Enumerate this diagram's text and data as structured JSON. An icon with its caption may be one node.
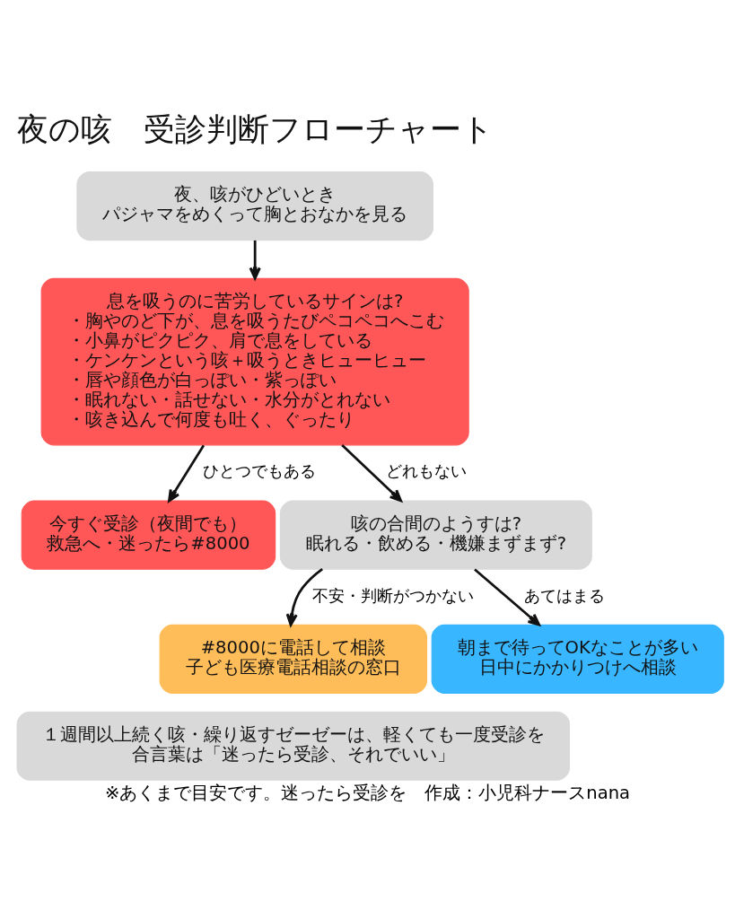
{
  "diagram": {
    "title": "夜の咳　受診判断フローチャート",
    "caption": "※あくまで目安です。迷ったら受診を　作成：小児科ナースnana",
    "nodes": [
      {
        "text": [
          "夜、咳がひどいとき",
          "パジャマをめくって胸とおなかを見る"
        ]
      },
      {
        "text": [
          "息を吸うのに苦労しているサインは?",
          "・胸やのど下が、息を吸うたびペコペコへこむ",
          "・小鼻がピクピク、肩で息をしている",
          "・ケンケンという咳＋吸うときヒューヒュー",
          "・唇や顔色が白っぽい・紫っぽい",
          "・眠れない・話せない・水分がとれない",
          "・咳き込んで何度も吐く、ぐったり"
        ]
      },
      {
        "text": [
          "今すぐ受診（夜間でも）",
          "救急へ・迷ったら#8000"
        ]
      },
      {
        "text": [
          "咳の合間のようすは?",
          "眠れる・飲める・機嫌まずまず?"
        ]
      },
      {
        "text": [
          "#8000に電話して相談",
          "子ども医療電話相談の窓口"
        ]
      },
      {
        "text": [
          "朝まで待ってOKなことが多い",
          "日中にかかりつけへ相談"
        ]
      },
      {
        "text": [
          "１週間以上続く咳・繰り返すゼーゼーは、軽くても一度受診を",
          "合言葉は「迷ったら受診、それでいい」"
        ]
      }
    ],
    "edges": [
      {
        "from": 0,
        "to": 1,
        "arrow": "to"
      },
      {
        "from": 1,
        "to": 2,
        "arrow": "to",
        "label": "ひとつでもある"
      },
      {
        "from": 1,
        "to": 3,
        "arrow": "to",
        "label": "どれもない"
      },
      {
        "from": 3,
        "to": 4,
        "arrow": "to",
        "label": "不安・判断がつかない"
      },
      {
        "from": 3,
        "to": 5,
        "arrow": "to",
        "label": "あてはまる"
      }
    ]
  }
}
